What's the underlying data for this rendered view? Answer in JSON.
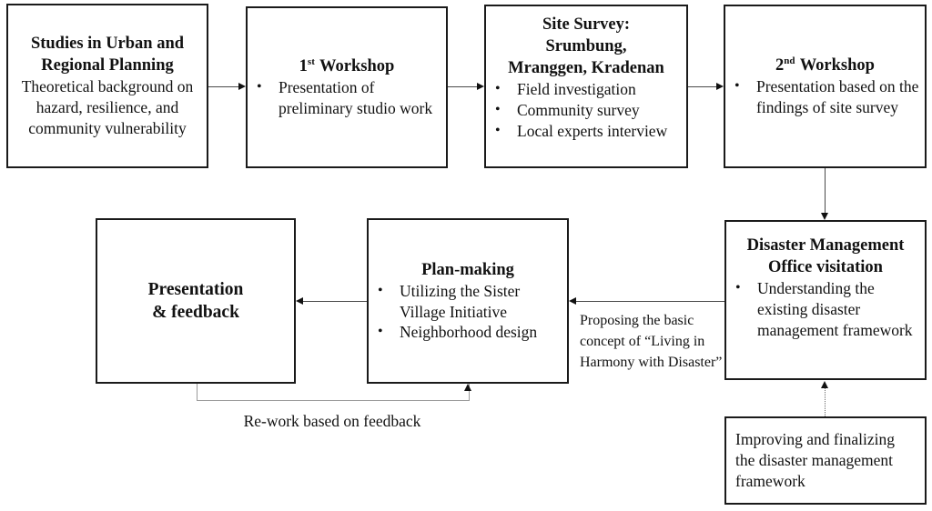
{
  "flowchart": {
    "studies": {
      "title_lines": [
        "Studies in Urban and",
        "Regional Planning"
      ],
      "body": "Theoretical background on hazard, resilience, and community vulnerability"
    },
    "workshop1": {
      "title_num": "1",
      "title_sup": "st",
      "title_rest": "Workshop",
      "bullets": [
        "Presentation of preliminary studio work"
      ]
    },
    "site_survey": {
      "title_lines": [
        "Site Survey:",
        "Srumbung,",
        "Mranggen, Kradenan"
      ],
      "bullets": [
        "Field investigation",
        "Community survey",
        "Local experts interview"
      ]
    },
    "workshop2": {
      "title_num": "2",
      "title_sup": "nd",
      "title_rest": "Workshop",
      "bullets": [
        "Presentation based on the findings of site survey"
      ]
    },
    "disaster_office": {
      "title_lines": [
        "Disaster Management",
        "Office visitation"
      ],
      "bullets": [
        "Understanding the existing disaster management framework"
      ]
    },
    "plan_making": {
      "title": "Plan-making",
      "bullets": [
        "Utilizing the Sister Village Initiative",
        "Neighborhood design"
      ]
    },
    "presentation": {
      "title_lines": [
        "Presentation",
        "& feedback"
      ]
    },
    "improving": {
      "text": "Improving and finalizing the disaster management framework"
    },
    "annotations": {
      "proposing": "Proposing the basic concept of “Living in Harmony with Disaster”",
      "rework": "Re-work based on feedback"
    },
    "bullet_glyph": "•",
    "colors": {
      "box_border": "#1a1a1a",
      "arrow_line": "#4a4a4a",
      "loop_line": "#9a9a9a",
      "text": "#111111"
    }
  }
}
